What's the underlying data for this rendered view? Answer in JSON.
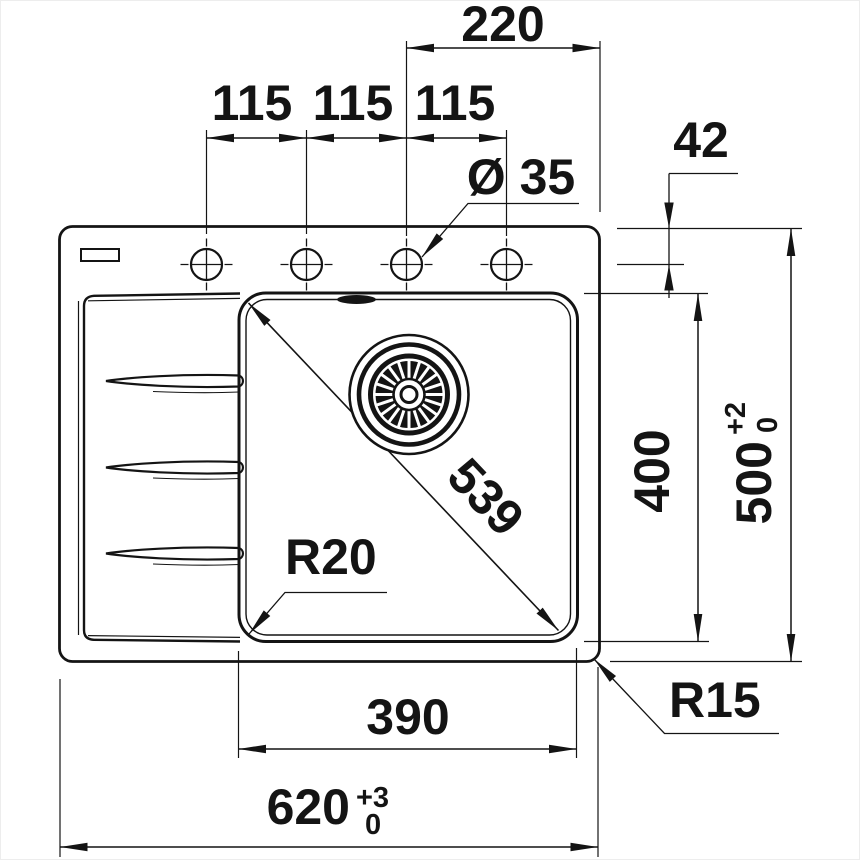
{
  "drawing": {
    "subject": "kitchen-sink-installation-drawing-top-view",
    "line_color": "#141414",
    "background": "#ffffff",
    "units": "mm"
  },
  "dims": {
    "hole_pitch": {
      "d1": "115",
      "d2": "115",
      "d3": "115"
    },
    "top_span": "220",
    "hole_diameter": "Ø 35",
    "rim_to_holes": "42",
    "bowl_length": "400",
    "overall_depth": {
      "value": "500",
      "tol_plus": "+2",
      "tol_minus": "0"
    },
    "bowl_diagonal": "539",
    "bowl_corner_radius": "R20",
    "outer_corner_radius": "R15",
    "bowl_width": "390",
    "overall_width": {
      "value": "620",
      "tol_plus": "+3",
      "tol_minus": "0"
    }
  }
}
